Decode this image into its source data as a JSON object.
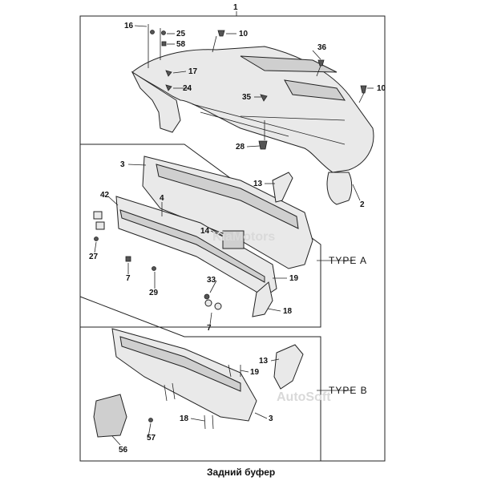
{
  "labels": {
    "main": "1",
    "p16": "16",
    "p25": "25",
    "p58": "58",
    "p10a": "10",
    "p36": "36",
    "p17": "17",
    "p24": "24",
    "p10b": "10",
    "p35": "35",
    "p28": "28",
    "p3a": "3",
    "p13a": "13",
    "p2": "2",
    "p42": "42",
    "p4": "4",
    "p14": "14",
    "p27": "27",
    "p7a": "7",
    "p29": "29",
    "p33": "33",
    "p19a": "19",
    "p18a": "18",
    "p7b": "7",
    "p13b": "13",
    "p19b": "19",
    "p18b": "18",
    "p3b": "3",
    "p56": "56",
    "p57": "57"
  },
  "types": {
    "a": "TYPE A",
    "b": "TYPE B"
  },
  "watermarks": {
    "w1": "KiaMotors",
    "w2": "AutoSoft"
  },
  "caption": "Задний буфер"
}
